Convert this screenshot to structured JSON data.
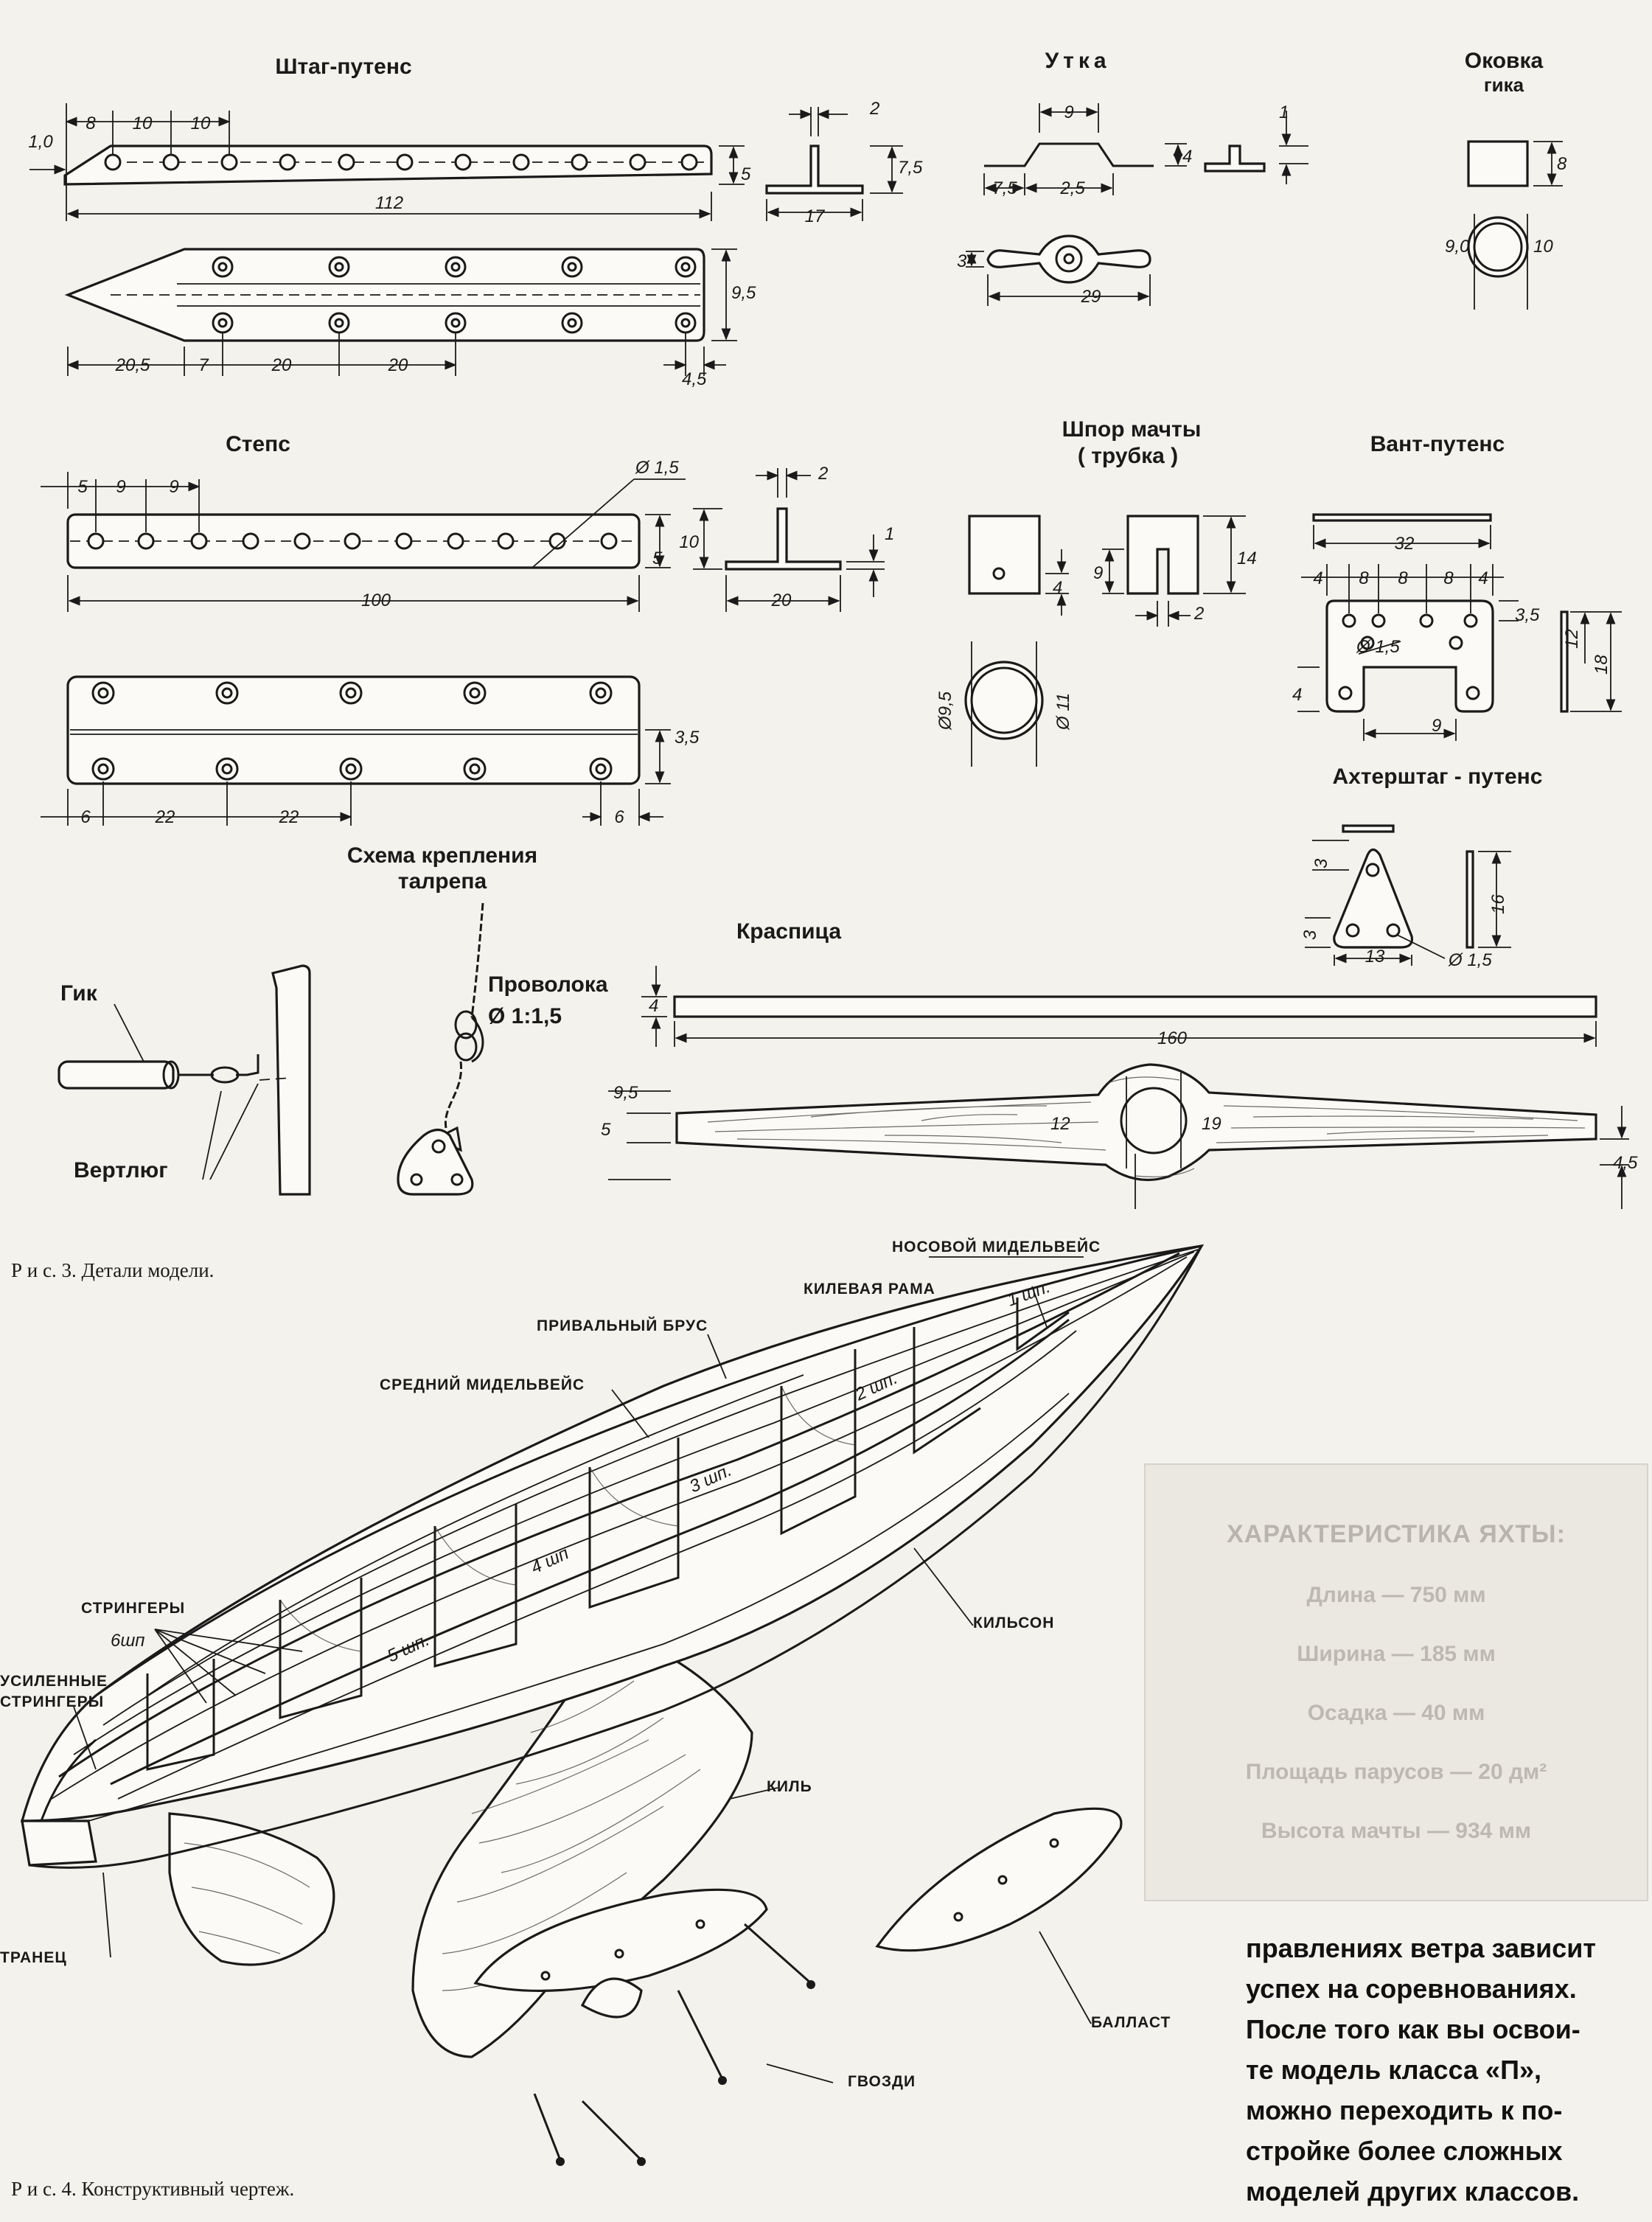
{
  "parts": {
    "shtag": {
      "title": "Штаг-путенс",
      "d_1_0": "1,0",
      "d_8": "8",
      "d_10a": "10",
      "d_10b": "10",
      "d_5": "5",
      "d_112": "112",
      "d_9_5": "9,5",
      "d_20_5": "20,5",
      "d_7": "7",
      "d_20a": "20",
      "d_20b": "20",
      "d_4_5": "4,5",
      "d_2": "2",
      "d_7_5": "7,5",
      "d_17": "17"
    },
    "utka": {
      "title": "Утка",
      "d_9": "9",
      "d_4": "4",
      "d_7_5": "7,5",
      "d_2_5": "2,5",
      "d_1": "1",
      "d_3": "3",
      "d_29": "29"
    },
    "okovka": {
      "title_1": "Оковка",
      "title_2": "гика",
      "d_8": "8",
      "d_9_0": "9,0",
      "d_10": "10"
    },
    "steps": {
      "title": "Степс",
      "d_5a": "5",
      "d_9a": "9",
      "d_9b": "9",
      "d_dia": "Ø 1,5",
      "d_5": "5",
      "d_100": "100",
      "d_2": "2",
      "d_10": "10",
      "d_1": "1",
      "d_20": "20",
      "d_3_5": "3,5",
      "d_6a": "6",
      "d_22a": "22",
      "d_22b": "22",
      "d_6b": "6"
    },
    "shpor": {
      "title_1": "Шпор мачты",
      "title_2": "( трубка )",
      "d_4": "4",
      "d_9": "9",
      "d_14": "14",
      "d_2": "2",
      "d_9_5": "Ø9,5",
      "d_11": "Ø 11"
    },
    "vant": {
      "title": "Вант-путенс",
      "d_32": "32",
      "d_4a": "4",
      "d_8a": "8",
      "d_8b": "8",
      "d_8c": "8",
      "d_4b": "4",
      "d_3_5": "3,5",
      "d_dia": "Ø 1,5",
      "d_12": "12",
      "d_18": "18",
      "d_4c": "4",
      "d_9": "9"
    },
    "akhter": {
      "title": "Ахтерштаг - путенс",
      "d_3a": "3",
      "d_16": "16",
      "d_3b": "3",
      "d_13": "13",
      "d_dia": "Ø 1,5"
    },
    "talrep": {
      "title_1": "Схема крепления",
      "title_2": "талрепа",
      "wire_1": "Проволока",
      "wire_2": "Ø 1:1,5"
    },
    "gik": {
      "label_gik": "Гик",
      "label_vertlyug": "Вертлюг"
    },
    "krasp": {
      "title": "Краспица",
      "d_4": "4",
      "d_160": "160",
      "d_9_5": "9,5",
      "d_5": "5",
      "d_12": "12",
      "d_19": "19",
      "d_4_5": "4,5"
    }
  },
  "captions": {
    "fig3": "Р и с.  3. Детали модели.",
    "fig4": "Р и с.  4. Конструктивный чертеж."
  },
  "hull_labels": {
    "nos_midel": "НОСОВОЙ МИДЕЛЬВЕЙС",
    "kil_rama": "КИЛЕВАЯ РАМА",
    "prival": "ПРИВАЛЬНЫЙ БРУС",
    "sredn_midel": "СРЕДНИЙ МИДЕЛЬВЕЙС",
    "stringery": "СТРИНГЕРЫ",
    "usil_1": "УСИЛЕННЫЕ",
    "usil_2": "СТРИНГЕРЫ",
    "kilson": "КИЛЬСОН",
    "kil": "КИЛЬ",
    "tranec": "ТРАНЕЦ",
    "ballast": "БАЛЛАСТ",
    "gvozdi": "ГВОЗДИ",
    "sh1": "1 шп.",
    "sh2": "2 шп.",
    "sh3": "3 шп.",
    "sh4": "4 шп",
    "sh5": "5 шп.",
    "sh6": "6шп"
  },
  "specs": {
    "title": "ХАРАКТЕРИСТИКА ЯХТЫ:",
    "length": "Длина — 750 мм",
    "width": "Ширина — 185 мм",
    "draft": "Осадка — 40 мм",
    "sail": "Площадь парусов — 20 дм²",
    "mast": "Высота мачты — 934 мм"
  },
  "article": {
    "l1": "правлениях ветра зависит",
    "l2": "успех на соревнованиях.",
    "l3": "После того как вы освои-",
    "l4": "те модель класса «П»,",
    "l5": "можно переходить к по-",
    "l6": "стройке более сложных",
    "l7": "моделей других классов."
  }
}
